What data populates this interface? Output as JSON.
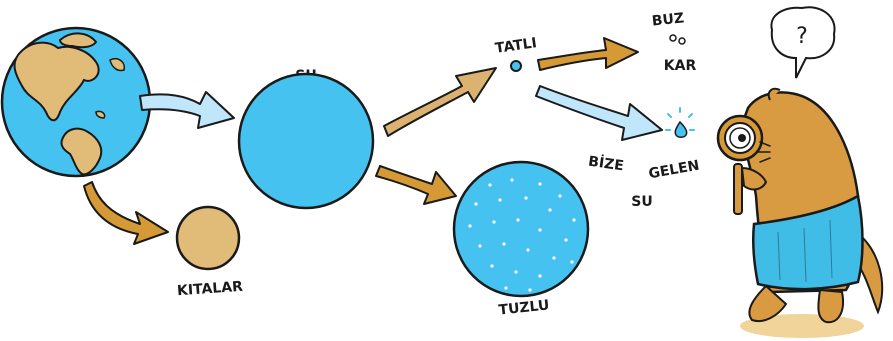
{
  "labels": {
    "su": "SU",
    "tatli": "TATLI",
    "buz": "BUZ",
    "kar": "KAR",
    "tuzlu": "TUZLU",
    "kitalar": "KITALAR",
    "bize": "BİZE",
    "gelen": "GELEN",
    "bize_su": "SU",
    "question": "?"
  },
  "colors": {
    "ocean": "#45c2ef",
    "land": "#e1bb78",
    "brown_arrow": "#d59a35",
    "tan_arrow": "#dcb271",
    "light_blue_arrow": "#bfe6fb",
    "otter_fur": "#d89b42",
    "otter_skirt": "#3fbde6",
    "ground": "#f0d49a",
    "outline": "#1a1a1a"
  }
}
